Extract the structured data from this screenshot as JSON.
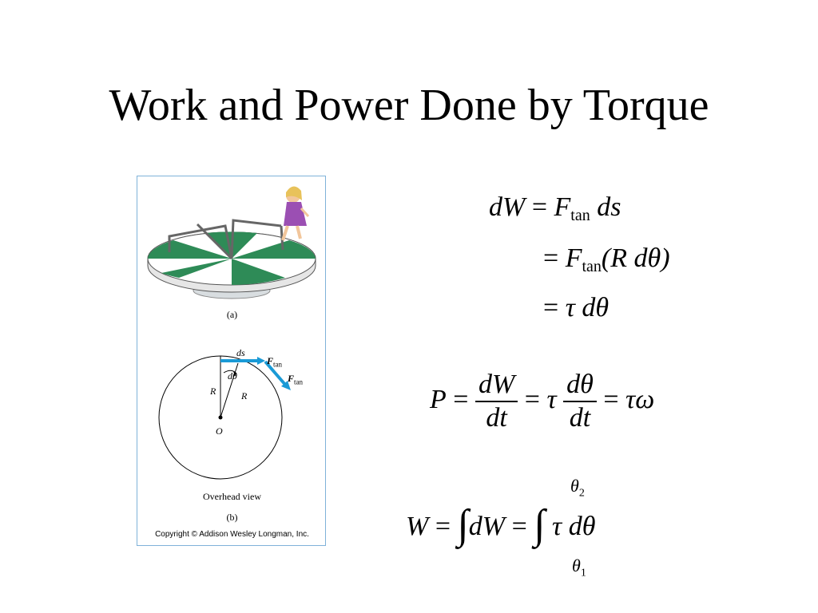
{
  "title": "Work and Power Done by Torque",
  "figure": {
    "caption_a": "(a)",
    "caption_b": "(b)",
    "overhead": "Overhead view",
    "copyright": "Copyright © Addison Wesley Longman, Inc.",
    "labels": {
      "ds": "ds",
      "dtheta": "dθ",
      "R1": "R",
      "R2": "R",
      "O": "O",
      "F1": "F",
      "F2": "F",
      "tan": "tan"
    },
    "colors": {
      "arrow": "#1a9ad6",
      "platform": "#2e8b57",
      "border": "#7fb2d9"
    }
  },
  "equations": {
    "line1": {
      "lhs": "dW",
      "eq": "=",
      "F": "F",
      "sub": "tan",
      "rest": "ds"
    },
    "line2": {
      "eq": "=",
      "F": "F",
      "sub": "tan",
      "rest": "(R dθ)"
    },
    "line3": {
      "eq": "=",
      "rest": "τ dθ"
    },
    "power": {
      "P": "P",
      "eq1": "=",
      "num1": "dW",
      "den1": "dt",
      "eq2": "=",
      "tau": "τ",
      "num2": "dθ",
      "den2": "dt",
      "eq3": "=",
      "end": "τω"
    },
    "work": {
      "W": "W",
      "eq1": "=",
      "int1": "∫",
      "dW": "dW",
      "eq2": "=",
      "int2": "∫",
      "rest": "τ dθ",
      "upper": "θ",
      "upper_sub": "2",
      "lower": "θ",
      "lower_sub": "1"
    }
  }
}
